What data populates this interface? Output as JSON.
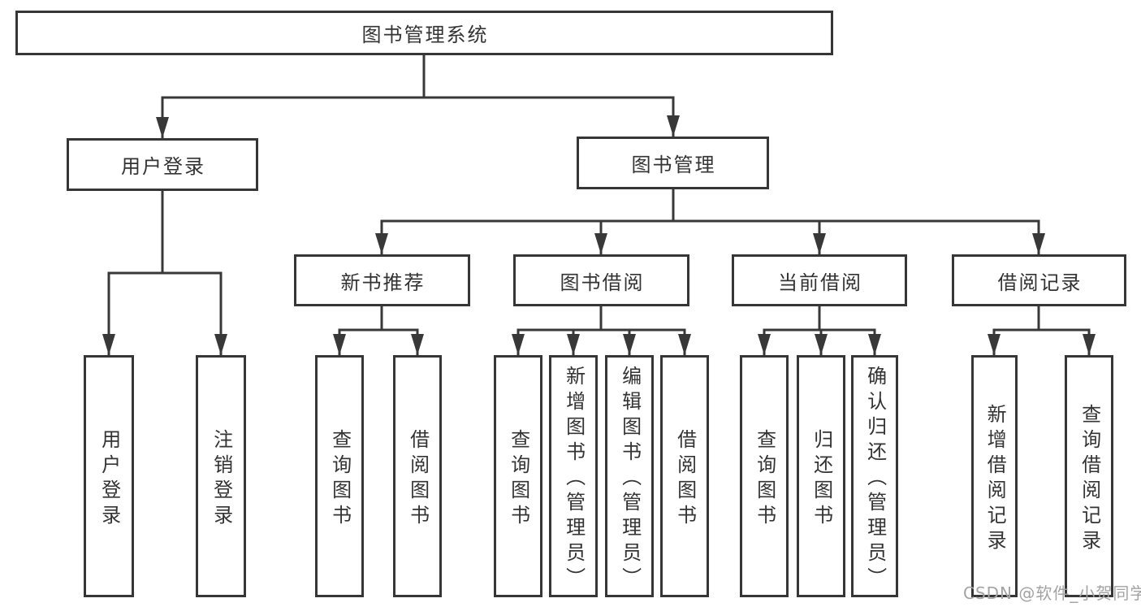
{
  "diagram": {
    "watermark": "CSDN @软件_小贺同学",
    "colors": {
      "line": "#383838",
      "border": "#363636",
      "text": "#333333",
      "watermark_text": "#a3a3a3",
      "background": "#ffffff"
    },
    "nodes": {
      "root": "图书管理系统",
      "user_login": "用户登录",
      "book_mgmt": "图书管理",
      "login_leaf": "用户登录",
      "logout_leaf": "注销登录",
      "recommend": "新书推荐",
      "rec_query": "查询图书",
      "rec_borrow": "借阅图书",
      "borrow": "图书借阅",
      "bor_query": "查询图书",
      "bor_add": "新增图书（管理员）",
      "bor_edit": "编辑图书（管理员）",
      "bor_borrow": "借阅图书",
      "current": "当前借阅",
      "cur_query": "查询图书",
      "cur_return": "归还图书",
      "cur_confirm": "确认归还（管理员）",
      "records": "借阅记录",
      "records_add": "新增借阅记录",
      "records_query": "查询借阅记录"
    }
  }
}
